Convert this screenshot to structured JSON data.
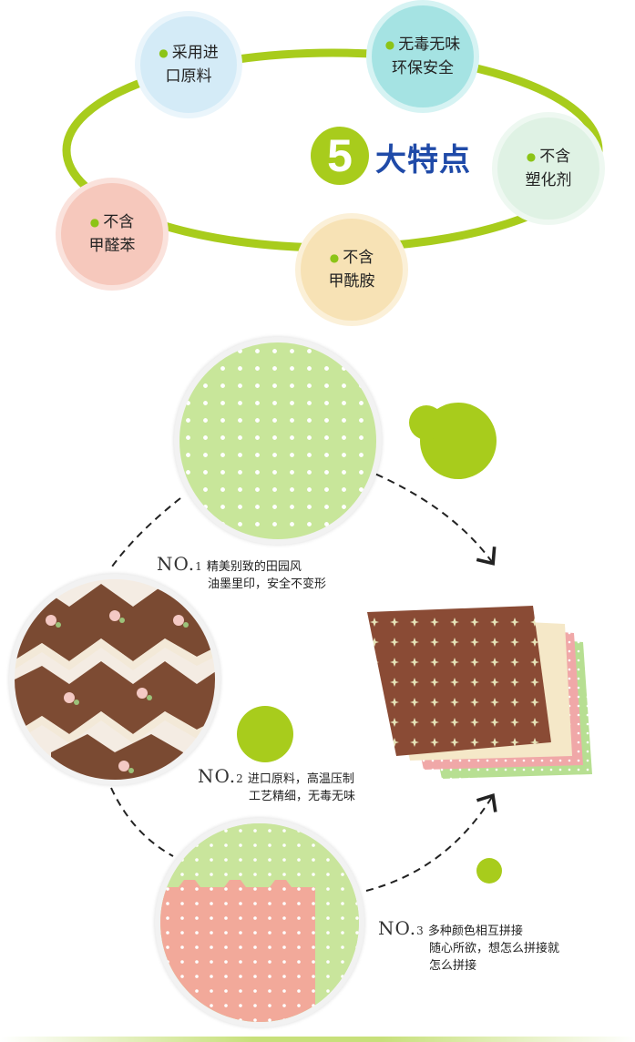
{
  "header": {
    "number": "5",
    "title": "大特点"
  },
  "features": [
    {
      "text": "采用进\n口原料"
    },
    {
      "text": "无毒无味\n环保安全"
    },
    {
      "text": "不含\n塑化剂"
    },
    {
      "text": "不含\n甲醛苯"
    },
    {
      "text": "不含\n甲酰胺"
    }
  ],
  "steps": [
    {
      "no": "NO.",
      "index": "1",
      "line1": "精美别致的田园风",
      "line2": "油墨里印，安全不变形"
    },
    {
      "no": "NO.",
      "index": "2",
      "line1": "进口原料，高温压制",
      "line2": "工艺精细，无毒无味"
    },
    {
      "no": "NO.",
      "index": "3",
      "line1": "多种颜色相互拼接",
      "line2": "随心所欲，想怎么拼接就",
      "line3": "怎么拼接"
    }
  ],
  "colors": {
    "accent_green": "#a8cc1c",
    "feature_blue": "#d4ebf7",
    "feature_teal": "#a5e3e3",
    "feature_mint": "#d9f0e0",
    "feature_pink": "#f6c8bc",
    "feature_cream": "#f7e2b5",
    "title_blue": "#1f4aa8"
  }
}
